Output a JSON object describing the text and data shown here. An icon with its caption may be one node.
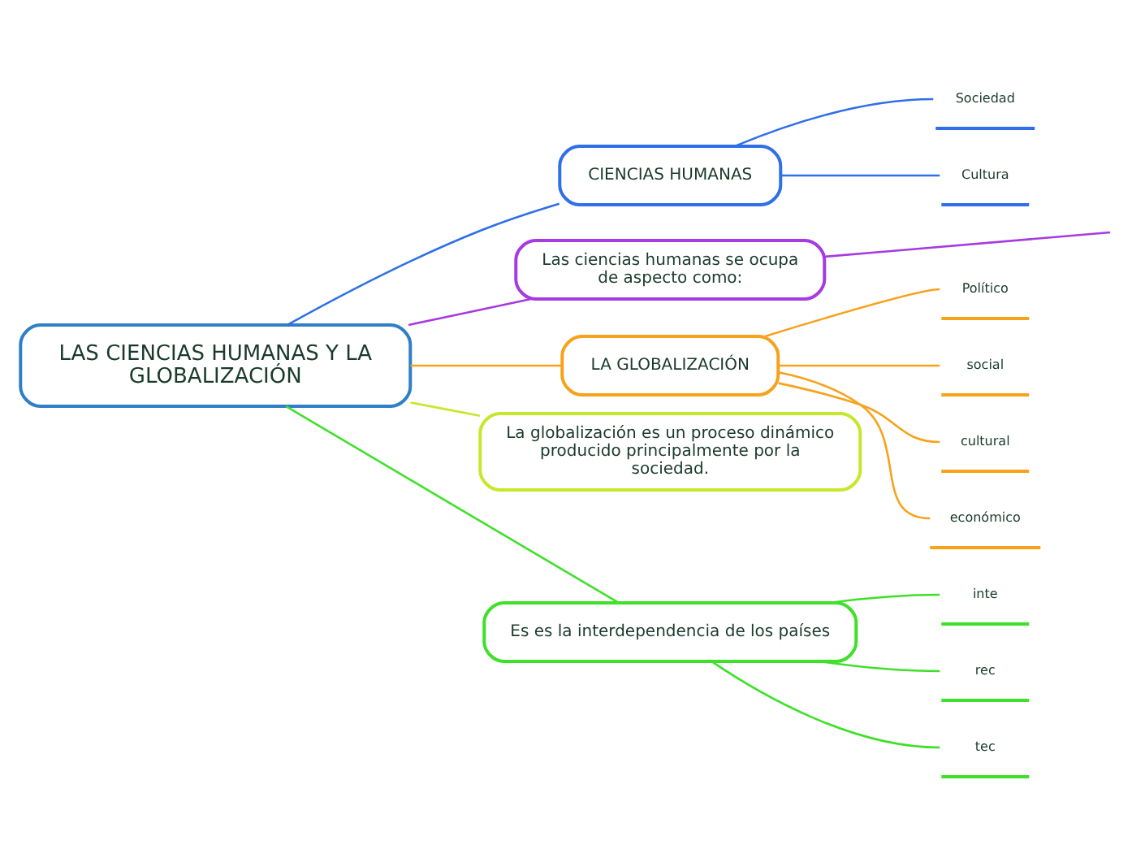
{
  "diagram": {
    "nodes": [
      {
        "text": [
          "LAS CIENCIAS HUMANAS Y LA GLOBALIZACIÓN"
        ]
      },
      {
        "text": [
          "CIENCIAS HUMANAS"
        ]
      },
      {
        "text": [
          "Sociedad"
        ]
      },
      {
        "text": [
          "Cultura"
        ]
      },
      {
        "text": [
          "Las ciencias humanas se ocupa de aspecto como:"
        ]
      },
      {
        "text": [
          "LA GLOBALIZACIÓN"
        ]
      },
      {
        "text": [
          "Político"
        ]
      },
      {
        "text": [
          "social"
        ]
      },
      {
        "text": [
          "cultural"
        ]
      },
      {
        "text": [
          "económico"
        ]
      },
      {
        "text": [
          "La globalización es un proceso dinámico producido principalmente por la sociedad."
        ]
      },
      {
        "text": [
          "Es es la interdependencia de los países"
        ]
      },
      {
        "text": [
          "inte"
        ]
      },
      {
        "text": [
          "rec"
        ]
      },
      {
        "text": [
          "tec"
        ]
      }
    ],
    "edges": [
      {
        "from": 0,
        "to": 1,
        "arrow": "none",
        "color": "#2f6fe8"
      },
      {
        "from": 1,
        "to": 2,
        "arrow": "none",
        "color": "#2f6fe8"
      },
      {
        "from": 1,
        "to": 3,
        "arrow": "none",
        "color": "#2f6fe8"
      },
      {
        "from": 0,
        "to": 4,
        "arrow": "none",
        "color": "#a53be0"
      },
      {
        "from": 4,
        "to": null,
        "arrow": "none",
        "color": "#a53be0"
      },
      {
        "from": 0,
        "to": 5,
        "arrow": "none",
        "color": "#f7a21b"
      },
      {
        "from": 5,
        "to": 6,
        "arrow": "none",
        "color": "#f7a21b"
      },
      {
        "from": 5,
        "to": 7,
        "arrow": "none",
        "color": "#f7a21b"
      },
      {
        "from": 5,
        "to": 8,
        "arrow": "none",
        "color": "#f7a21b"
      },
      {
        "from": 5,
        "to": 9,
        "arrow": "none",
        "color": "#f7a21b"
      },
      {
        "from": 0,
        "to": 10,
        "arrow": "none",
        "color": "#c5e82a"
      },
      {
        "from": 0,
        "to": 11,
        "arrow": "none",
        "color": "#3fe02a"
      },
      {
        "from": 11,
        "to": 12,
        "arrow": "none",
        "color": "#3fe02a"
      },
      {
        "from": 11,
        "to": 13,
        "arrow": "none",
        "color": "#3fe02a"
      },
      {
        "from": 11,
        "to": 14,
        "arrow": "none",
        "color": "#3fe02a"
      }
    ]
  }
}
